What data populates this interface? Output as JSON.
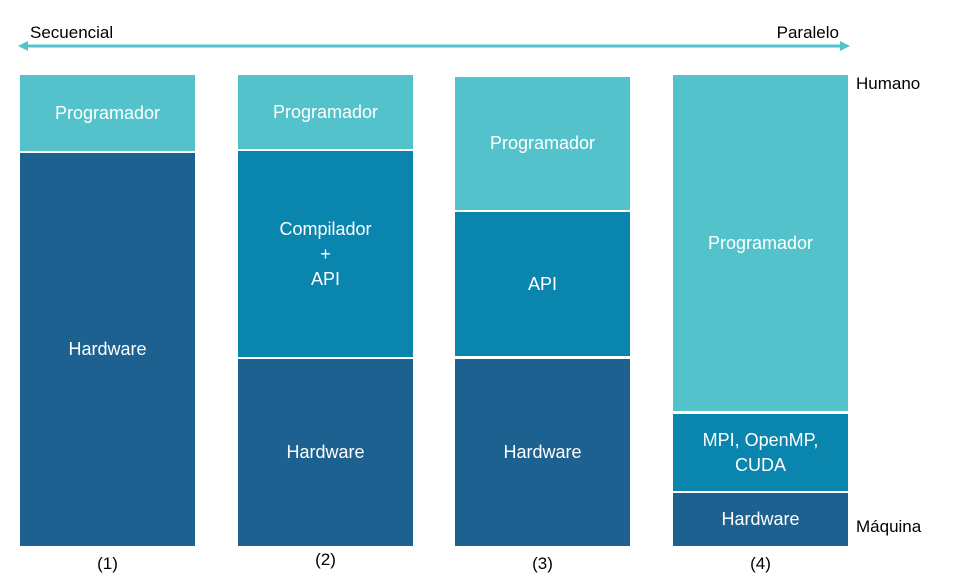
{
  "axis": {
    "left_label": "Secuencial",
    "right_label": "Paralelo"
  },
  "side_labels": {
    "top": "Humano",
    "bottom": "Máquina"
  },
  "colors": {
    "light": "#53c2cb",
    "mid": "#0a85ae",
    "dark": "#1d6190",
    "arrow": "#53c2cb"
  },
  "columns": [
    {
      "caption": "(1)",
      "blocks": [
        {
          "label": "Programador",
          "tone": "light"
        },
        {
          "label": "Hardware",
          "tone": "dark"
        }
      ]
    },
    {
      "caption": "(2)",
      "blocks": [
        {
          "label": "Programador",
          "tone": "light"
        },
        {
          "label": "Compilador\n+\nAPI",
          "tone": "mid"
        },
        {
          "label": "Hardware",
          "tone": "dark"
        }
      ]
    },
    {
      "caption": "(3)",
      "blocks": [
        {
          "label": "Programador",
          "tone": "light"
        },
        {
          "label": "API",
          "tone": "mid"
        },
        {
          "label": "Hardware",
          "tone": "dark"
        }
      ]
    },
    {
      "caption": "(4)",
      "blocks": [
        {
          "label": "Programador",
          "tone": "light"
        },
        {
          "label": "MPI, OpenMP,\nCUDA",
          "tone": "mid"
        },
        {
          "label": "Hardware",
          "tone": "dark"
        }
      ]
    }
  ]
}
